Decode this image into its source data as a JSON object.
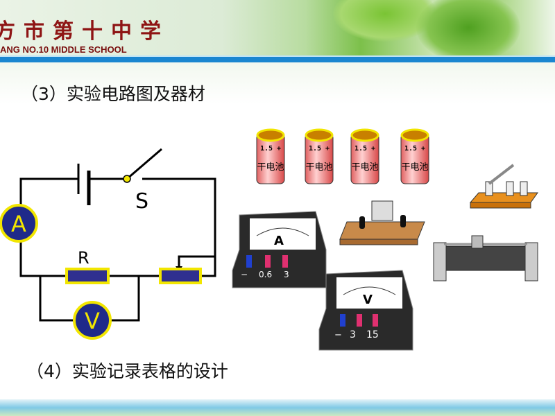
{
  "header": {
    "school_name_cn": "方市第十中学",
    "school_name_en": "ANG NO.10 MIDDLE SCHOOL"
  },
  "section3": {
    "title": "（3）实验电路图及器材"
  },
  "section4": {
    "title": "（4）实验记录表格的设计"
  },
  "circuit": {
    "ammeter_label": "A",
    "voltmeter_label": "V",
    "switch_label": "S",
    "resistor_label": "R"
  },
  "equipment": {
    "battery": {
      "voltage": "1.5",
      "plus": "+",
      "name": "干电池"
    },
    "ammeter": {
      "symbol": "A",
      "terminals": [
        "−",
        "0.6",
        "3"
      ]
    },
    "voltmeter": {
      "symbol": "V",
      "terminals": [
        "−",
        "3",
        "15"
      ]
    }
  },
  "colors": {
    "wire": "#000000",
    "meter_fill": "#1f2a8a",
    "meter_ring": "#f2e600",
    "resistor_fill": "#2f2f8f",
    "resistor_border": "#f2e600"
  }
}
